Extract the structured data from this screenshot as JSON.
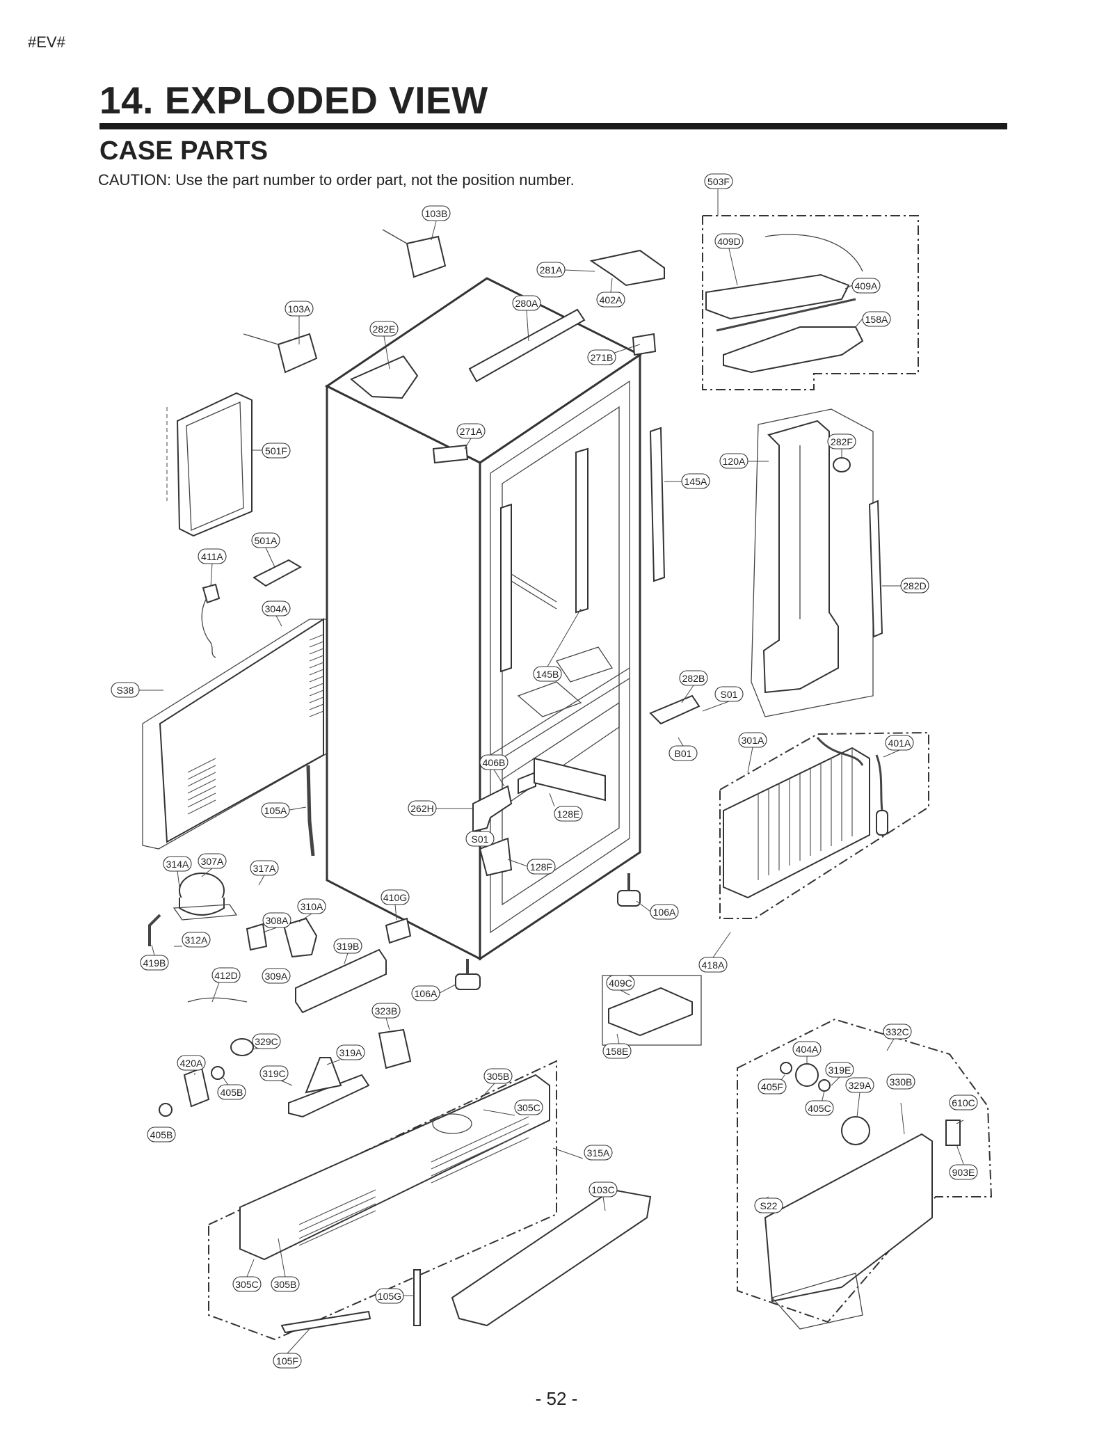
{
  "header": {
    "tag": "#EV#",
    "title": "14. EXPLODED VIEW",
    "subtitle": "CASE PARTS",
    "caution": "CAUTION: Use the part number to order part, not the position number."
  },
  "footer": {
    "page_number": "- 52 -"
  },
  "parts": [
    "503F",
    "103B",
    "409D",
    "281A",
    "409A",
    "402A",
    "280A",
    "158A",
    "103A",
    "282E",
    "271B",
    "271A",
    "501F",
    "120A",
    "282F",
    "145A",
    "501A",
    "411A",
    "282D",
    "304A",
    "145B",
    "282B",
    "S38",
    "S01",
    "301A",
    "401A",
    "B01",
    "406B",
    "262H",
    "128E",
    "105A",
    "S01",
    "128F",
    "314A",
    "307A",
    "317A",
    "410G",
    "106A",
    "310A",
    "308A",
    "319B",
    "312A",
    "418A",
    "419B",
    "412D",
    "309A",
    "409C",
    "106A",
    "323B",
    "332C",
    "329C",
    "404A",
    "319A",
    "420A",
    "319C",
    "305B",
    "319E",
    "329A",
    "330B",
    "405F",
    "405B",
    "305C",
    "405C",
    "610C",
    "405B",
    "315A",
    "903E",
    "103C",
    "S22",
    "305C",
    "305B",
    "105G",
    "105F",
    "158E"
  ]
}
